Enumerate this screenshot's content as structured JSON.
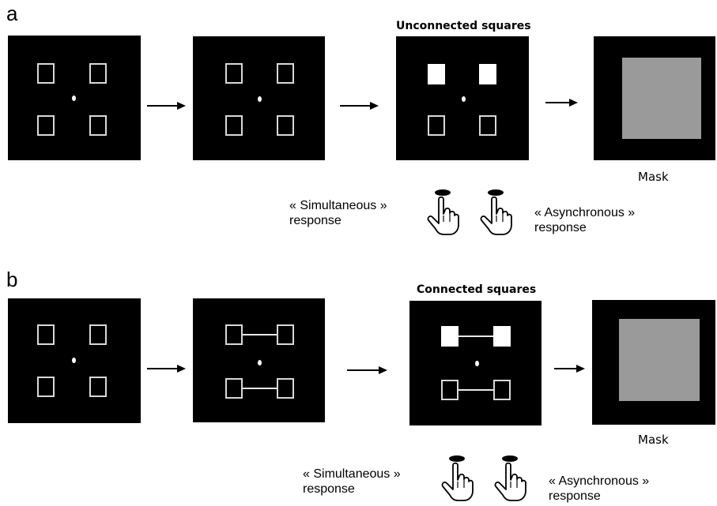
{
  "panel_a": {
    "label": "a",
    "target_caption": "Unconnected squares",
    "mask_caption": "Mask",
    "simultaneous_line1": "« Simultaneous »",
    "simultaneous_line2": "response",
    "asynchronous_line1": "« Asynchronous »",
    "asynchronous_line2": "response"
  },
  "panel_b": {
    "label": "b",
    "target_caption": "Connected squares",
    "mask_caption": "Mask",
    "simultaneous_line1": "« Simultaneous »",
    "simultaneous_line2": "response",
    "asynchronous_line1": "« Asynchronous »",
    "asynchronous_line2": "response"
  },
  "colors": {
    "background": "#ffffff",
    "frame": "#000000",
    "square_outline": "#d8d8d8",
    "mask_fill": "#9a9a9a"
  },
  "icons": [
    "right-arrow-icon",
    "pointing-hand-icon",
    "fixation-dot"
  ]
}
